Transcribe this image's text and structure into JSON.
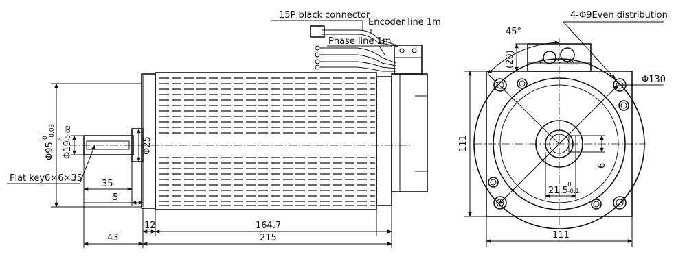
{
  "labels": {
    "connector": "15P black connector",
    "encoder_line": "Encoder line 1m",
    "phase_line": "Phase line 1m",
    "holes": "4-Φ9Even distribution",
    "angle": "45°",
    "dim_20": "(20)",
    "dia_130": "Φ130",
    "dia_95": "Φ95",
    "tol_95_top": "0",
    "tol_95_bottom": "-0.03",
    "dia_19": "Φ19",
    "tol_19_top": "0",
    "tol_19_bottom": "-0.02",
    "dia_25": "Φ25",
    "flat_key": "Flat key6×6×35",
    "dim_35": "35",
    "dim_5": "5",
    "dim_12": "12",
    "dim_164_7": "164.7",
    "dim_43": "43",
    "dim_215": "215",
    "dim_111_side": "111",
    "dim_111_bottom": "111",
    "dim_6": "6",
    "dim_21_5": "21.5",
    "tol_21_5_top": "0",
    "tol_21_5_bottom": "-0.1"
  }
}
